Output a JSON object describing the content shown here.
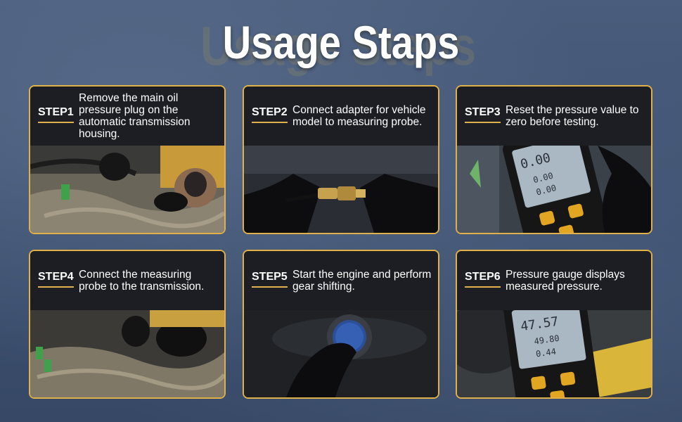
{
  "page": {
    "title": "Usage Staps",
    "ghost_title": "Usage Steps"
  },
  "colors": {
    "accent": "#e0b04a",
    "background": "#3e5170",
    "card_header": "#1c1e24",
    "text": "#ffffff"
  },
  "steps": [
    {
      "label": "STEP1",
      "text": "Remove the main oil pressure plug on the automatic transmission housing.",
      "image_icon": "engine-bay-photo"
    },
    {
      "label": "STEP2",
      "text": "Connect adapter for vehicle model to measuring probe.",
      "image_icon": "adapter-photo"
    },
    {
      "label": "STEP3",
      "text": "Reset the pressure value to zero before testing.",
      "image_icon": "gauge-zero-photo"
    },
    {
      "label": "STEP4",
      "text": "Connect the measuring probe to the transmission.",
      "image_icon": "engine-bay-photo"
    },
    {
      "label": "STEP5",
      "text": "Start the engine and perform gear shifting.",
      "image_icon": "start-button-photo"
    },
    {
      "label": "STEP6",
      "text": "Pressure gauge displays measured pressure.",
      "image_icon": "gauge-reading-photo"
    }
  ]
}
